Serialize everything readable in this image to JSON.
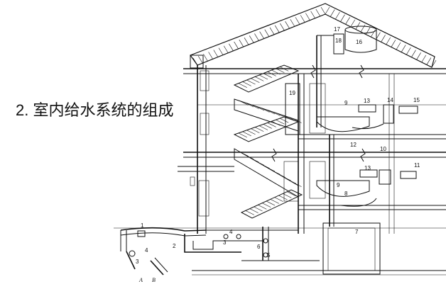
{
  "slide": {
    "title": "2. 室内给水系统的组成"
  },
  "callouts": [
    "1",
    "2",
    "3",
    "4",
    "4",
    "3",
    "5",
    "6",
    "7",
    "8",
    "9",
    "9",
    "10",
    "11",
    "12",
    "13",
    "13",
    "14",
    "15",
    "16",
    "17",
    "18",
    "19"
  ],
  "flow_labels": [
    "A",
    "B"
  ]
}
